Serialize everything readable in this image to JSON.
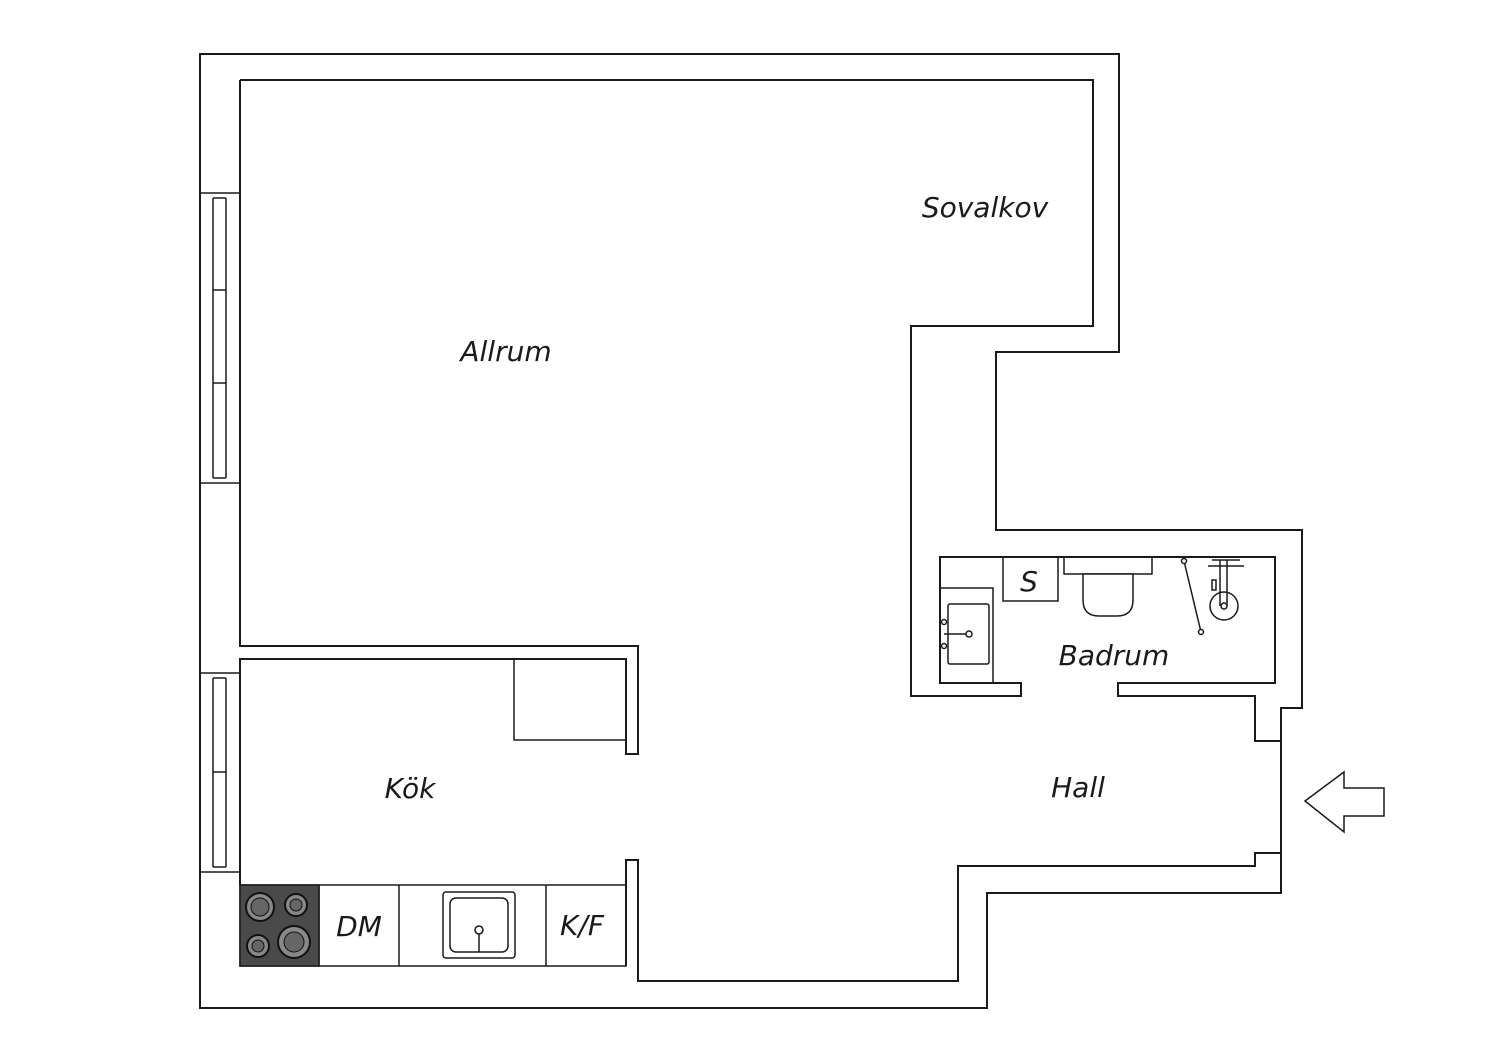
{
  "rooms": {
    "sovalkov": "Sovalkov",
    "allrum": "Allrum",
    "kok": "Kök",
    "hall": "Hall",
    "badrum": "Badrum"
  },
  "fixtures": {
    "dishwasher": "DM",
    "fridge_freezer": "K/F",
    "storage": "S"
  },
  "colors": {
    "line": "#1a1a1a",
    "stove_top": "#4a4a4a"
  },
  "icons": {
    "entrance": "arrow-left-icon"
  }
}
